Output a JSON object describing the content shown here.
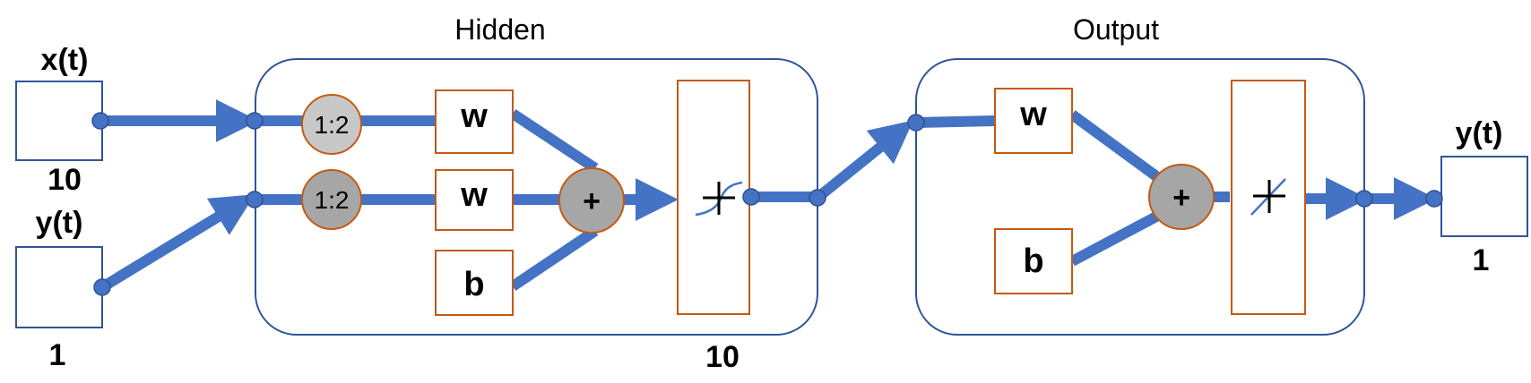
{
  "inputs": {
    "x": {
      "name": "x(t)",
      "size": "10"
    },
    "y": {
      "name": "y(t)",
      "size": "1"
    }
  },
  "output": {
    "name": "y(t)",
    "size": "1"
  },
  "hidden": {
    "title": "Hidden",
    "size": "10",
    "delays": [
      "1:2",
      "1:2"
    ],
    "weights": [
      "w",
      "w"
    ],
    "bias": "b",
    "sum": "+"
  },
  "output_layer": {
    "title": "Output",
    "weight": "w",
    "bias": "b",
    "sum": "+"
  },
  "colors": {
    "wire": "#4472c4",
    "layer_border": "#2f5597",
    "block_border": "#c55a11",
    "delay_light": "#c8c8c8",
    "delay_dark": "#a6a6a6",
    "sum_fill": "#a6a6a6"
  }
}
